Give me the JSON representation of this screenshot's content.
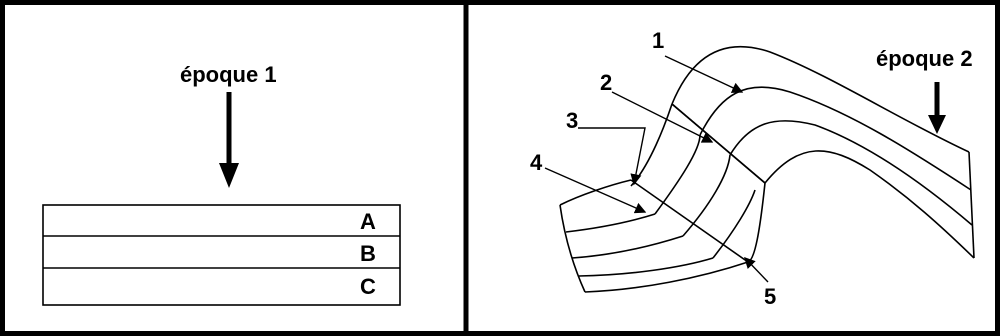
{
  "left_panel": {
    "epoch_label": "époque 1",
    "layers": [
      "A",
      "B",
      "C"
    ]
  },
  "right_panel": {
    "epoch_label": "époque 2",
    "callouts": [
      "1",
      "2",
      "3",
      "4",
      "5"
    ]
  }
}
